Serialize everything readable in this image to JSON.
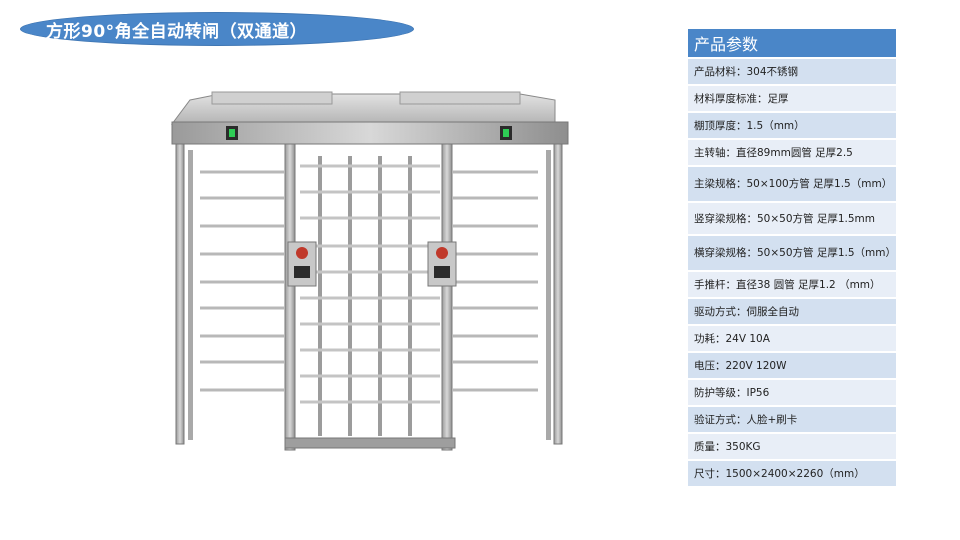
{
  "title": "方形90°角全自动转闸（双通道）",
  "spec_table": {
    "header": "产品参数",
    "rows": [
      "产品材料：304不锈钢",
      "材料厚度标准：足厚",
      "棚顶厚度：1.5（mm）",
      "主转轴：直径89mm圆管 足厚2.5",
      "主梁规格：50×100方管   足厚1.5（mm）",
      "竖穿梁规格：50×50方管 足厚1.5mm",
      "横穿梁规格：50×50方管 足厚1.5（mm）",
      "手推杆：直径38 圆管 足厚1.2 （mm）",
      "驱动方式：伺服全自动",
      "功耗：24V 10A",
      "电压：220V  120W",
      "防护等级：IP56",
      "验证方式：人脸+刷卡",
      "质量：350KG",
      "尺寸：1500×2400×2260（mm）"
    ]
  },
  "colors": {
    "accent_blue": "#4a86c8",
    "row_light": "#e8eef7",
    "row_dark": "#d3e0f0"
  }
}
